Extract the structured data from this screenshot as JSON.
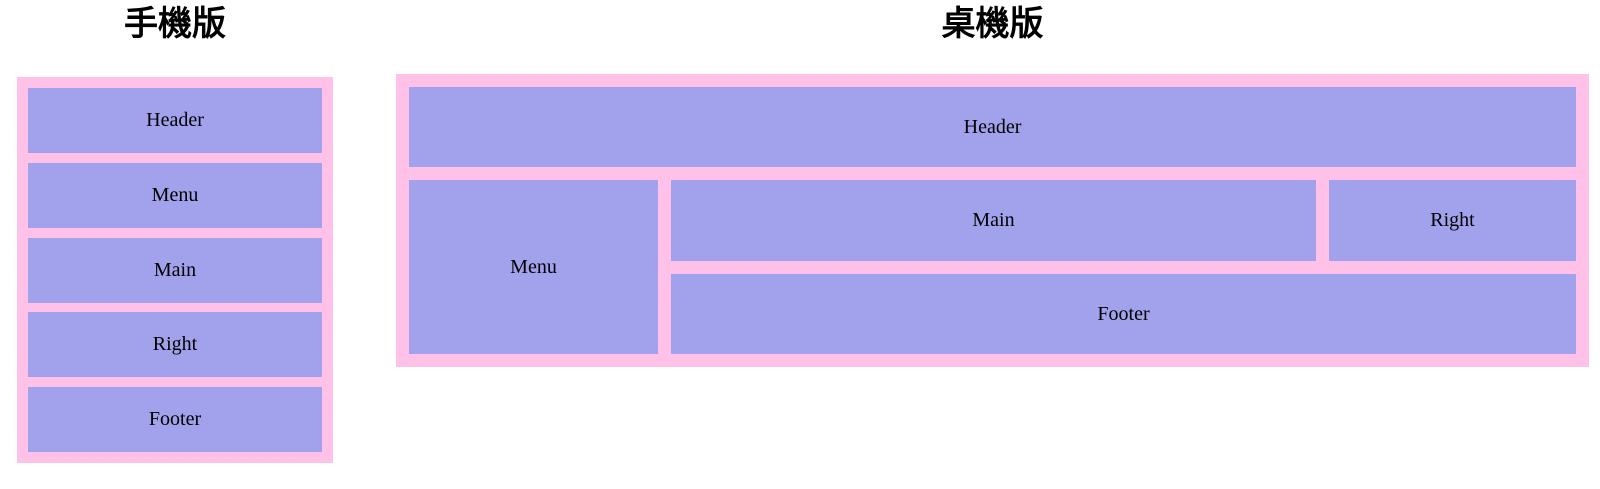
{
  "mobile": {
    "title": "手機版",
    "boxes": {
      "header": "Header",
      "menu": "Menu",
      "main": "Main",
      "right": "Right",
      "footer": "Footer"
    }
  },
  "desktop": {
    "title": "桌機版",
    "boxes": {
      "header": "Header",
      "menu": "Menu",
      "main": "Main",
      "right": "Right",
      "footer": "Footer"
    }
  },
  "colors": {
    "panel_background": "#ffc1e8",
    "box_background": "#a2a1ec",
    "text": "#000000",
    "page_background": "#ffffff"
  }
}
